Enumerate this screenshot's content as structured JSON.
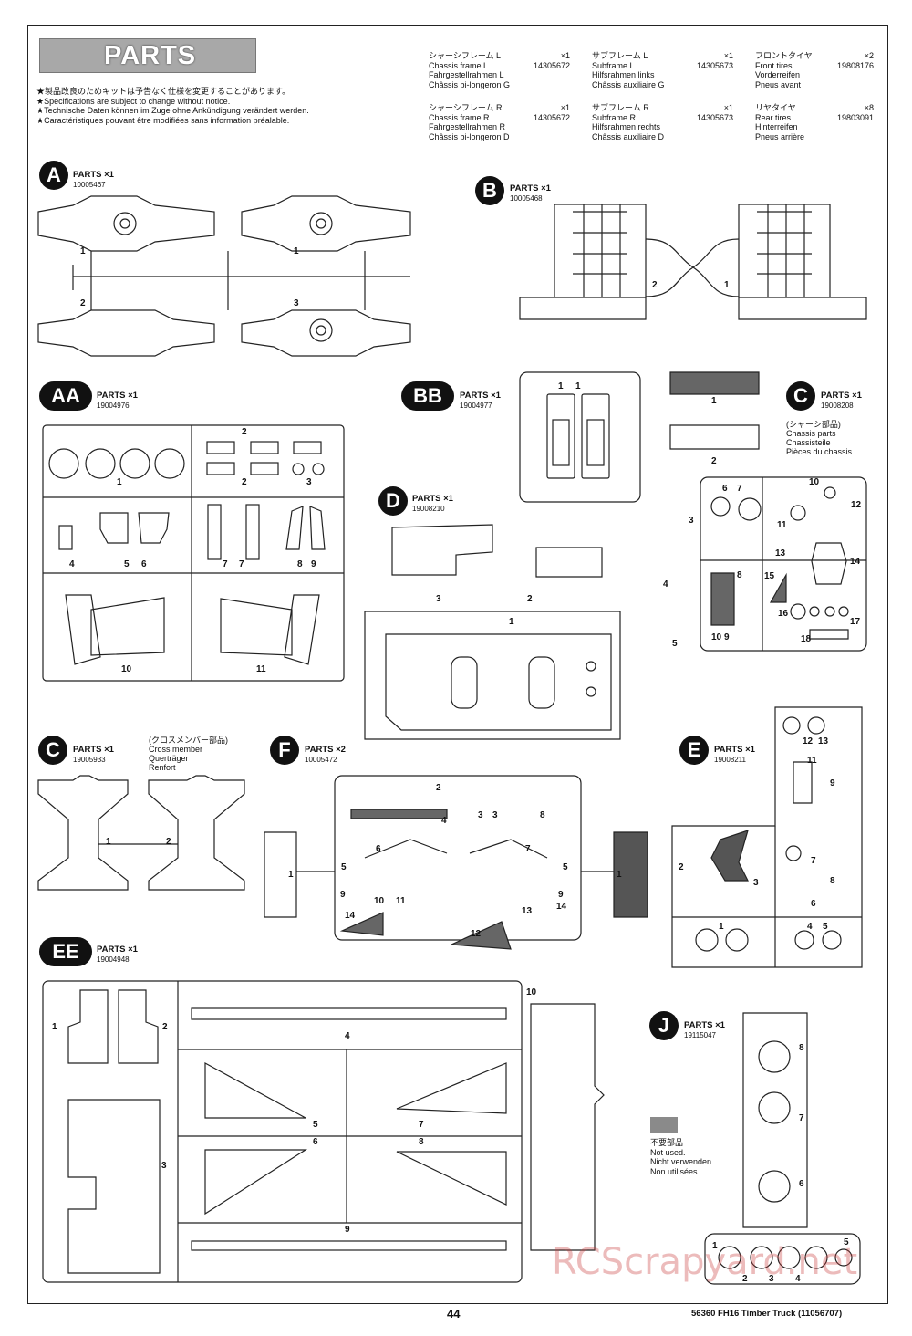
{
  "header": {
    "banner": "PARTS",
    "notes": [
      "★製品改良のためキットは予告なく仕様を変更することがあります。",
      "★Specifications are subject to change without notice.",
      "★Technische Daten können im Zuge ohne Ankündigung verändert werden.",
      "★Caractéristiques pouvant être modifiées sans information préalable."
    ]
  },
  "part_list": [
    {
      "jp": "シャーシフレーム L",
      "qty": "×1",
      "en": "Chassis frame L",
      "code": "14305672",
      "de": "Fahrgestellrahmen L",
      "fr": "Châssis bi-longeron G"
    },
    {
      "jp": "シャーシフレーム R",
      "qty": "×1",
      "en": "Chassis frame R",
      "code": "14305672",
      "de": "Fahrgestellrahmen R",
      "fr": "Châssis bi-longeron D"
    },
    {
      "jp": "サブフレーム L",
      "qty": "×1",
      "en": "Subframe L",
      "code": "14305673",
      "de": "Hilfsrahmen links",
      "fr": "Châssis auxiliaire G"
    },
    {
      "jp": "サブフレーム R",
      "qty": "×1",
      "en": "Subframe R",
      "code": "14305673",
      "de": "Hilfsrahmen rechts",
      "fr": "Châssis auxiliaire D"
    },
    {
      "jp": "フロントタイヤ",
      "qty": "×2",
      "en": "Front tires",
      "code": "19808176",
      "de": "Vorderreifen",
      "fr": "Pneus avant"
    },
    {
      "jp": "リヤタイヤ",
      "qty": "×8",
      "en": "Rear tires",
      "code": "19803091",
      "de": "Hinterreifen",
      "fr": "Pneus arrière"
    }
  ],
  "sprues": [
    {
      "letter": "A",
      "parts": "PARTS ×1",
      "code": "10005467"
    },
    {
      "letter": "B",
      "parts": "PARTS ×1",
      "code": "10005468"
    },
    {
      "letter": "AA",
      "parts": "PARTS ×1",
      "code": "19004976"
    },
    {
      "letter": "BB",
      "parts": "PARTS ×1",
      "code": "19004977"
    },
    {
      "letter": "C",
      "parts": "PARTS ×1",
      "code": "19008208"
    },
    {
      "letter": "D",
      "parts": "PARTS ×1",
      "code": "19008210"
    },
    {
      "letter": "C",
      "parts": "PARTS ×1",
      "code": "19005933"
    },
    {
      "letter": "F",
      "parts": "PARTS ×2",
      "code": "10005472"
    },
    {
      "letter": "E",
      "parts": "PARTS ×1",
      "code": "19008211"
    },
    {
      "letter": "EE",
      "parts": "PARTS ×1",
      "code": "19004948"
    },
    {
      "letter": "J",
      "parts": "PARTS ×1",
      "code": "19115047"
    }
  ],
  "c_chassis_sub": [
    "(シャーシ部品)",
    "Chassis parts",
    "Chassisteile",
    "Pièces du chassis"
  ],
  "c_cross_sub": [
    "(クロスメンバー部品)",
    "Cross member",
    "Querträger",
    "Renfort"
  ],
  "not_used": [
    "不要部品",
    "Not used.",
    "Nicht verwenden.",
    "Non utilisées."
  ],
  "footer": {
    "page": "44",
    "model": "56360 FH16 Timber Truck (11056707)"
  },
  "watermark": "RCScrapyard.net",
  "colors": {
    "unused_part": "#8a8a8a",
    "badge": "#111111"
  }
}
